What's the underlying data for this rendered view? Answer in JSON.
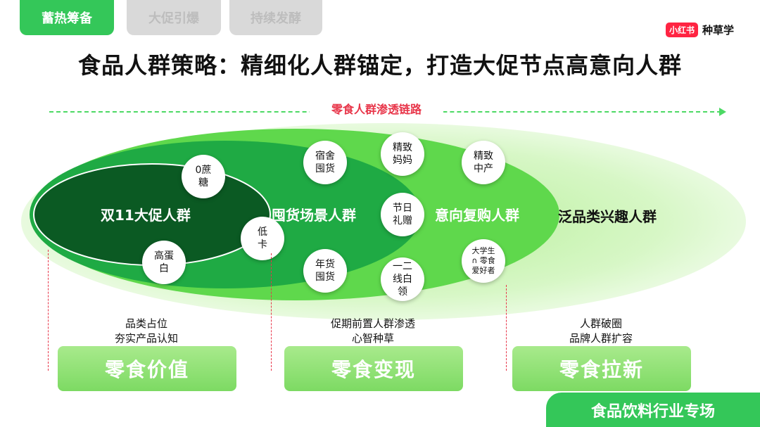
{
  "tabs": [
    {
      "label": "蓄热筹备",
      "active": true
    },
    {
      "label": "大促引爆",
      "active": false
    },
    {
      "label": "持续发酵",
      "active": false
    }
  ],
  "brand": {
    "logo": "小红书",
    "text": "种草学"
  },
  "title": "食品人群策略：精细化人群锚定，打造大促节点高意向人群",
  "chain_label": "零食人群渗透链路",
  "groups": {
    "double11": "双11大促人群",
    "guohuo": "囤货场景人群",
    "repurchase": "意向复购人群",
    "broad": "泛品类兴趣人群"
  },
  "bubbles": {
    "zero_sugar": "0蔗\n糖",
    "high_protein": "高蛋\n白",
    "low_cal": "低\n卡",
    "dorm": "宿舍\n囤货",
    "new_year": "年货\n囤货",
    "mom": "精致\n妈妈",
    "festival": "节日\n礼赠",
    "white_collar": "一二\n线白\n领",
    "middle_class": "精致\n中产",
    "student": "大学生\n∩ 零食\n爱好者"
  },
  "descriptions": [
    {
      "line1": "品类占位",
      "line2": "夯实产品认知"
    },
    {
      "line1": "促期前置人群渗透",
      "line2": "心智种草"
    },
    {
      "line1": "人群破圈",
      "line2": "品牌人群扩容"
    }
  ],
  "cards": [
    "零食价值",
    "零食变现",
    "零食拉新"
  ],
  "footer": "食品饮料行业专场",
  "colors": {
    "accent_green": "#34c759",
    "dark_green": "#0b5a23",
    "red": "#e8364a"
  }
}
